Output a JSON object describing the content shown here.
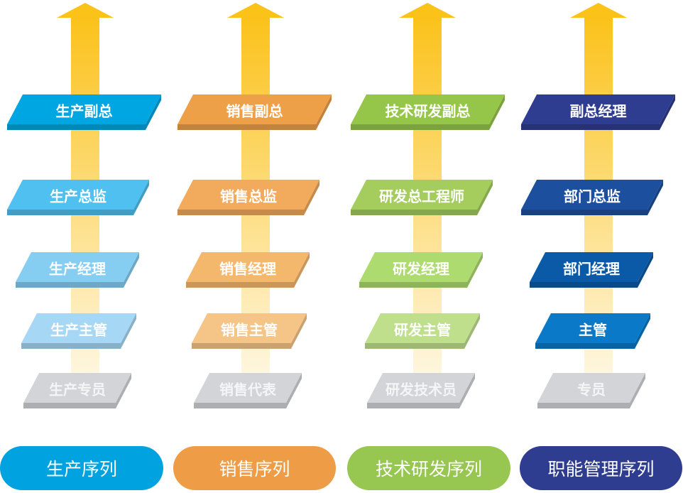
{
  "columns": [
    {
      "title": "生产序列",
      "color": "#00a3e0",
      "levels": [
        "生产副总",
        "生产总监",
        "生产经理",
        "生产主管",
        "生产专员"
      ],
      "level_colors": [
        "#00a6e2",
        "#4fc0ef",
        "#86cdf2",
        "#a6d7f4",
        "#d3d4d8"
      ]
    },
    {
      "title": "销售序列",
      "color": "#ee9c45",
      "levels": [
        "销售副总",
        "销售总监",
        "销售经理",
        "销售主管",
        "销售代表"
      ],
      "level_colors": [
        "#eea048",
        "#f2aa5c",
        "#f4b86c",
        "#f5c588",
        "#d3d4d8"
      ]
    },
    {
      "title": "技术研发序列",
      "color": "#97c750",
      "levels": [
        "技术研发副总",
        "研发总工程师",
        "研发经理",
        "研发主管",
        "研发技术员"
      ],
      "level_colors": [
        "#95c64a",
        "#a4cd5e",
        "#addb6f",
        "#bfdf8d",
        "#d3d4d8"
      ]
    },
    {
      "title": "职能管理序列",
      "color": "#2e3d8f",
      "levels": [
        "副总经理",
        "部门总监",
        "部门经理",
        "主管",
        "专员"
      ],
      "level_colors": [
        "#2e3d8f",
        "#1d4f9f",
        "#0b5aa8",
        "#0a79c8",
        "#d3d4d8"
      ]
    }
  ],
  "arrow_color": "#fbc21a"
}
